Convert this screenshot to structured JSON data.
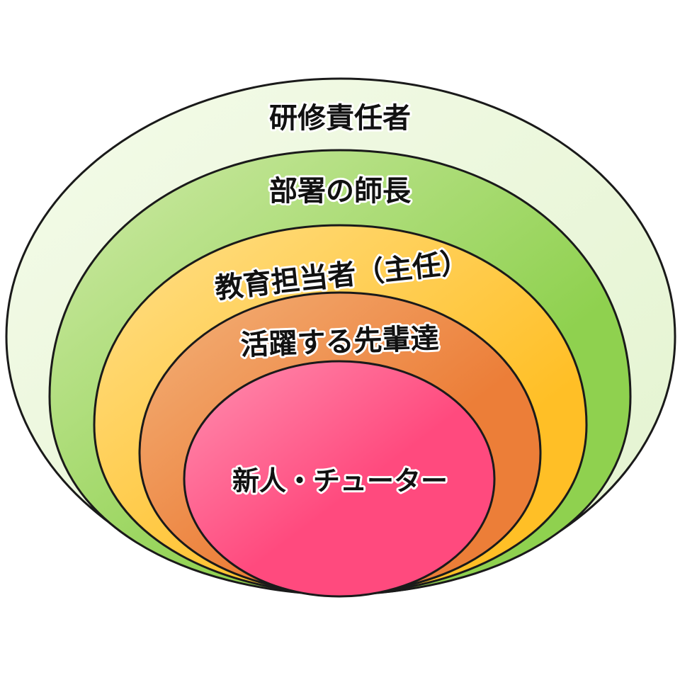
{
  "diagram": {
    "layers": [
      {
        "label": "研修責任者",
        "color_light": "#f4fbe9",
        "color_dark": "#e3f3cf"
      },
      {
        "label": "部署の師長",
        "color_light": "#cfeaa8",
        "color_dark": "#8fd14f"
      },
      {
        "label": "教育担当者（主任）",
        "color_light": "#ffe08a",
        "color_dark": "#ffbf26"
      },
      {
        "label": "活躍する先輩達",
        "color_light": "#f3b27a",
        "color_dark": "#ec7e38"
      },
      {
        "label": "新人・チューター",
        "color_light": "#ff8fb0",
        "color_dark": "#ff4a7e"
      }
    ]
  }
}
